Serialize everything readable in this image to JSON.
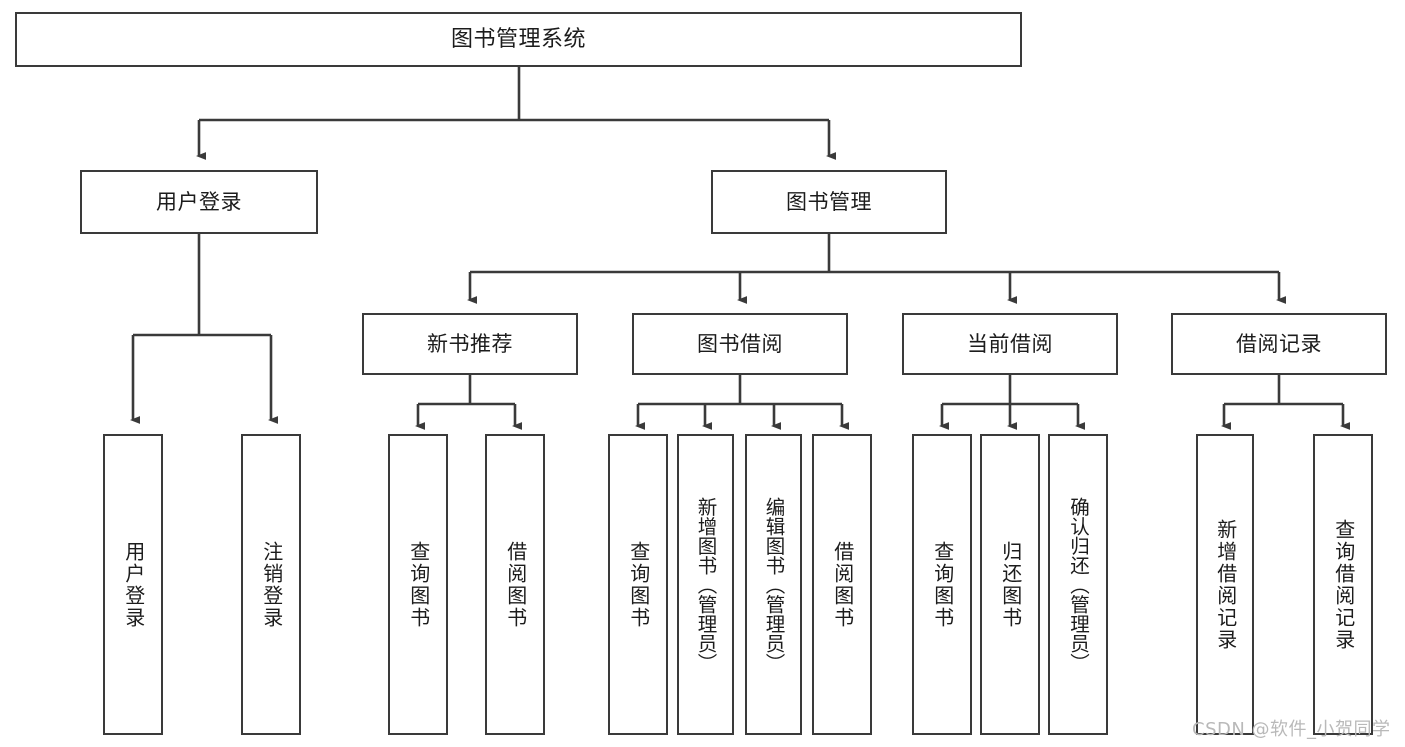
{
  "diagram": {
    "title": "图书管理系统",
    "type": "tree",
    "background_color": "#ffffff",
    "line_color": "#3a3a3a",
    "text_color": "#1c1c1c"
  },
  "nodes": {
    "root": {
      "label": "图书管理系统"
    },
    "level1": [
      {
        "id": "user-login",
        "label": "用户登录"
      },
      {
        "id": "book-manage",
        "label": "图书管理"
      }
    ],
    "level2": [
      {
        "id": "new-book-recommend",
        "label": "新书推荐"
      },
      {
        "id": "book-borrow",
        "label": "图书借阅"
      },
      {
        "id": "current-borrow",
        "label": "当前借阅"
      },
      {
        "id": "borrow-record",
        "label": "借阅记录"
      }
    ],
    "leaves": {
      "user_login": [
        {
          "id": "leaf-user-login",
          "label": "用户登录"
        },
        {
          "id": "leaf-logout-login",
          "label": "注销登录"
        }
      ],
      "new_book_recommend": [
        {
          "id": "leaf-query-book-1",
          "label": "查询图书"
        },
        {
          "id": "leaf-borrow-book-1",
          "label": "借阅图书"
        }
      ],
      "book_borrow": [
        {
          "id": "leaf-query-book-2",
          "label": "查询图书"
        },
        {
          "id": "leaf-add-book",
          "label": "新增图书（管理员）"
        },
        {
          "id": "leaf-edit-book",
          "label": "编辑图书（管理员）"
        },
        {
          "id": "leaf-borrow-book-2",
          "label": "借阅图书"
        }
      ],
      "current_borrow": [
        {
          "id": "leaf-query-book-3",
          "label": "查询图书"
        },
        {
          "id": "leaf-return-book",
          "label": "归还图书"
        },
        {
          "id": "leaf-confirm-return",
          "label": "确认归还（管理员）"
        }
      ],
      "borrow_record": [
        {
          "id": "leaf-add-record",
          "label": "新增借阅记录"
        },
        {
          "id": "leaf-query-record",
          "label": "查询借阅记录"
        }
      ]
    }
  },
  "watermark": {
    "text": "CSDN @软件_小贺同学"
  }
}
